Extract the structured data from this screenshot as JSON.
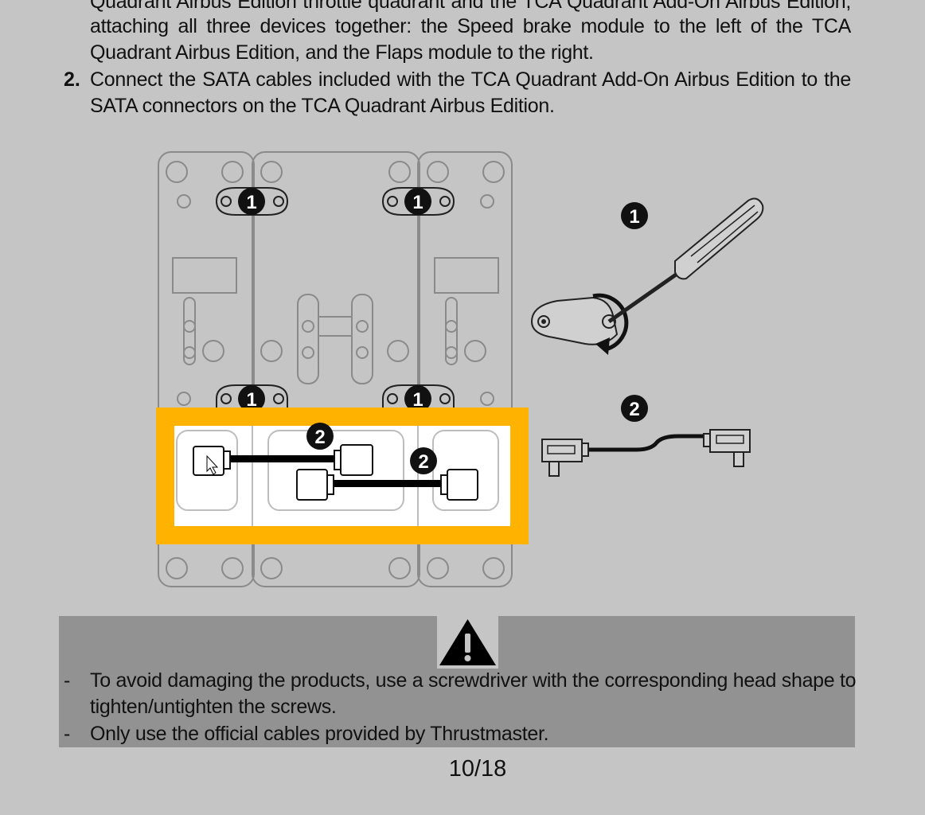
{
  "document": {
    "paragraph_lines": [
      "Quadrant Airbus Edition throttle quadrant and the TCA Quadrant Add-On Airbus Edition,",
      "attaching all three devices together: the Speed brake module to the left of the TCA",
      "Quadrant Airbus Edition, and the Flaps module to the right."
    ],
    "step2": {
      "number": "2.",
      "lines": [
        "Connect the SATA cables included with the TCA Quadrant Add-On Airbus Edition to the",
        "SATA connectors on the TCA Quadrant Airbus Edition."
      ]
    },
    "figure": {
      "callout_1": "1",
      "callout_2": "2",
      "highlight_color": "#ffb300"
    },
    "warning": {
      "bullets": [
        {
          "dash": "-",
          "lines": [
            "To avoid damaging the products, use a screwdriver with the corresponding head shape to",
            "tighten/untighten the screws."
          ]
        },
        {
          "dash": "-",
          "lines": [
            "Only use the official cables provided by Thrustmaster."
          ]
        }
      ]
    },
    "page_number": "10/18"
  }
}
